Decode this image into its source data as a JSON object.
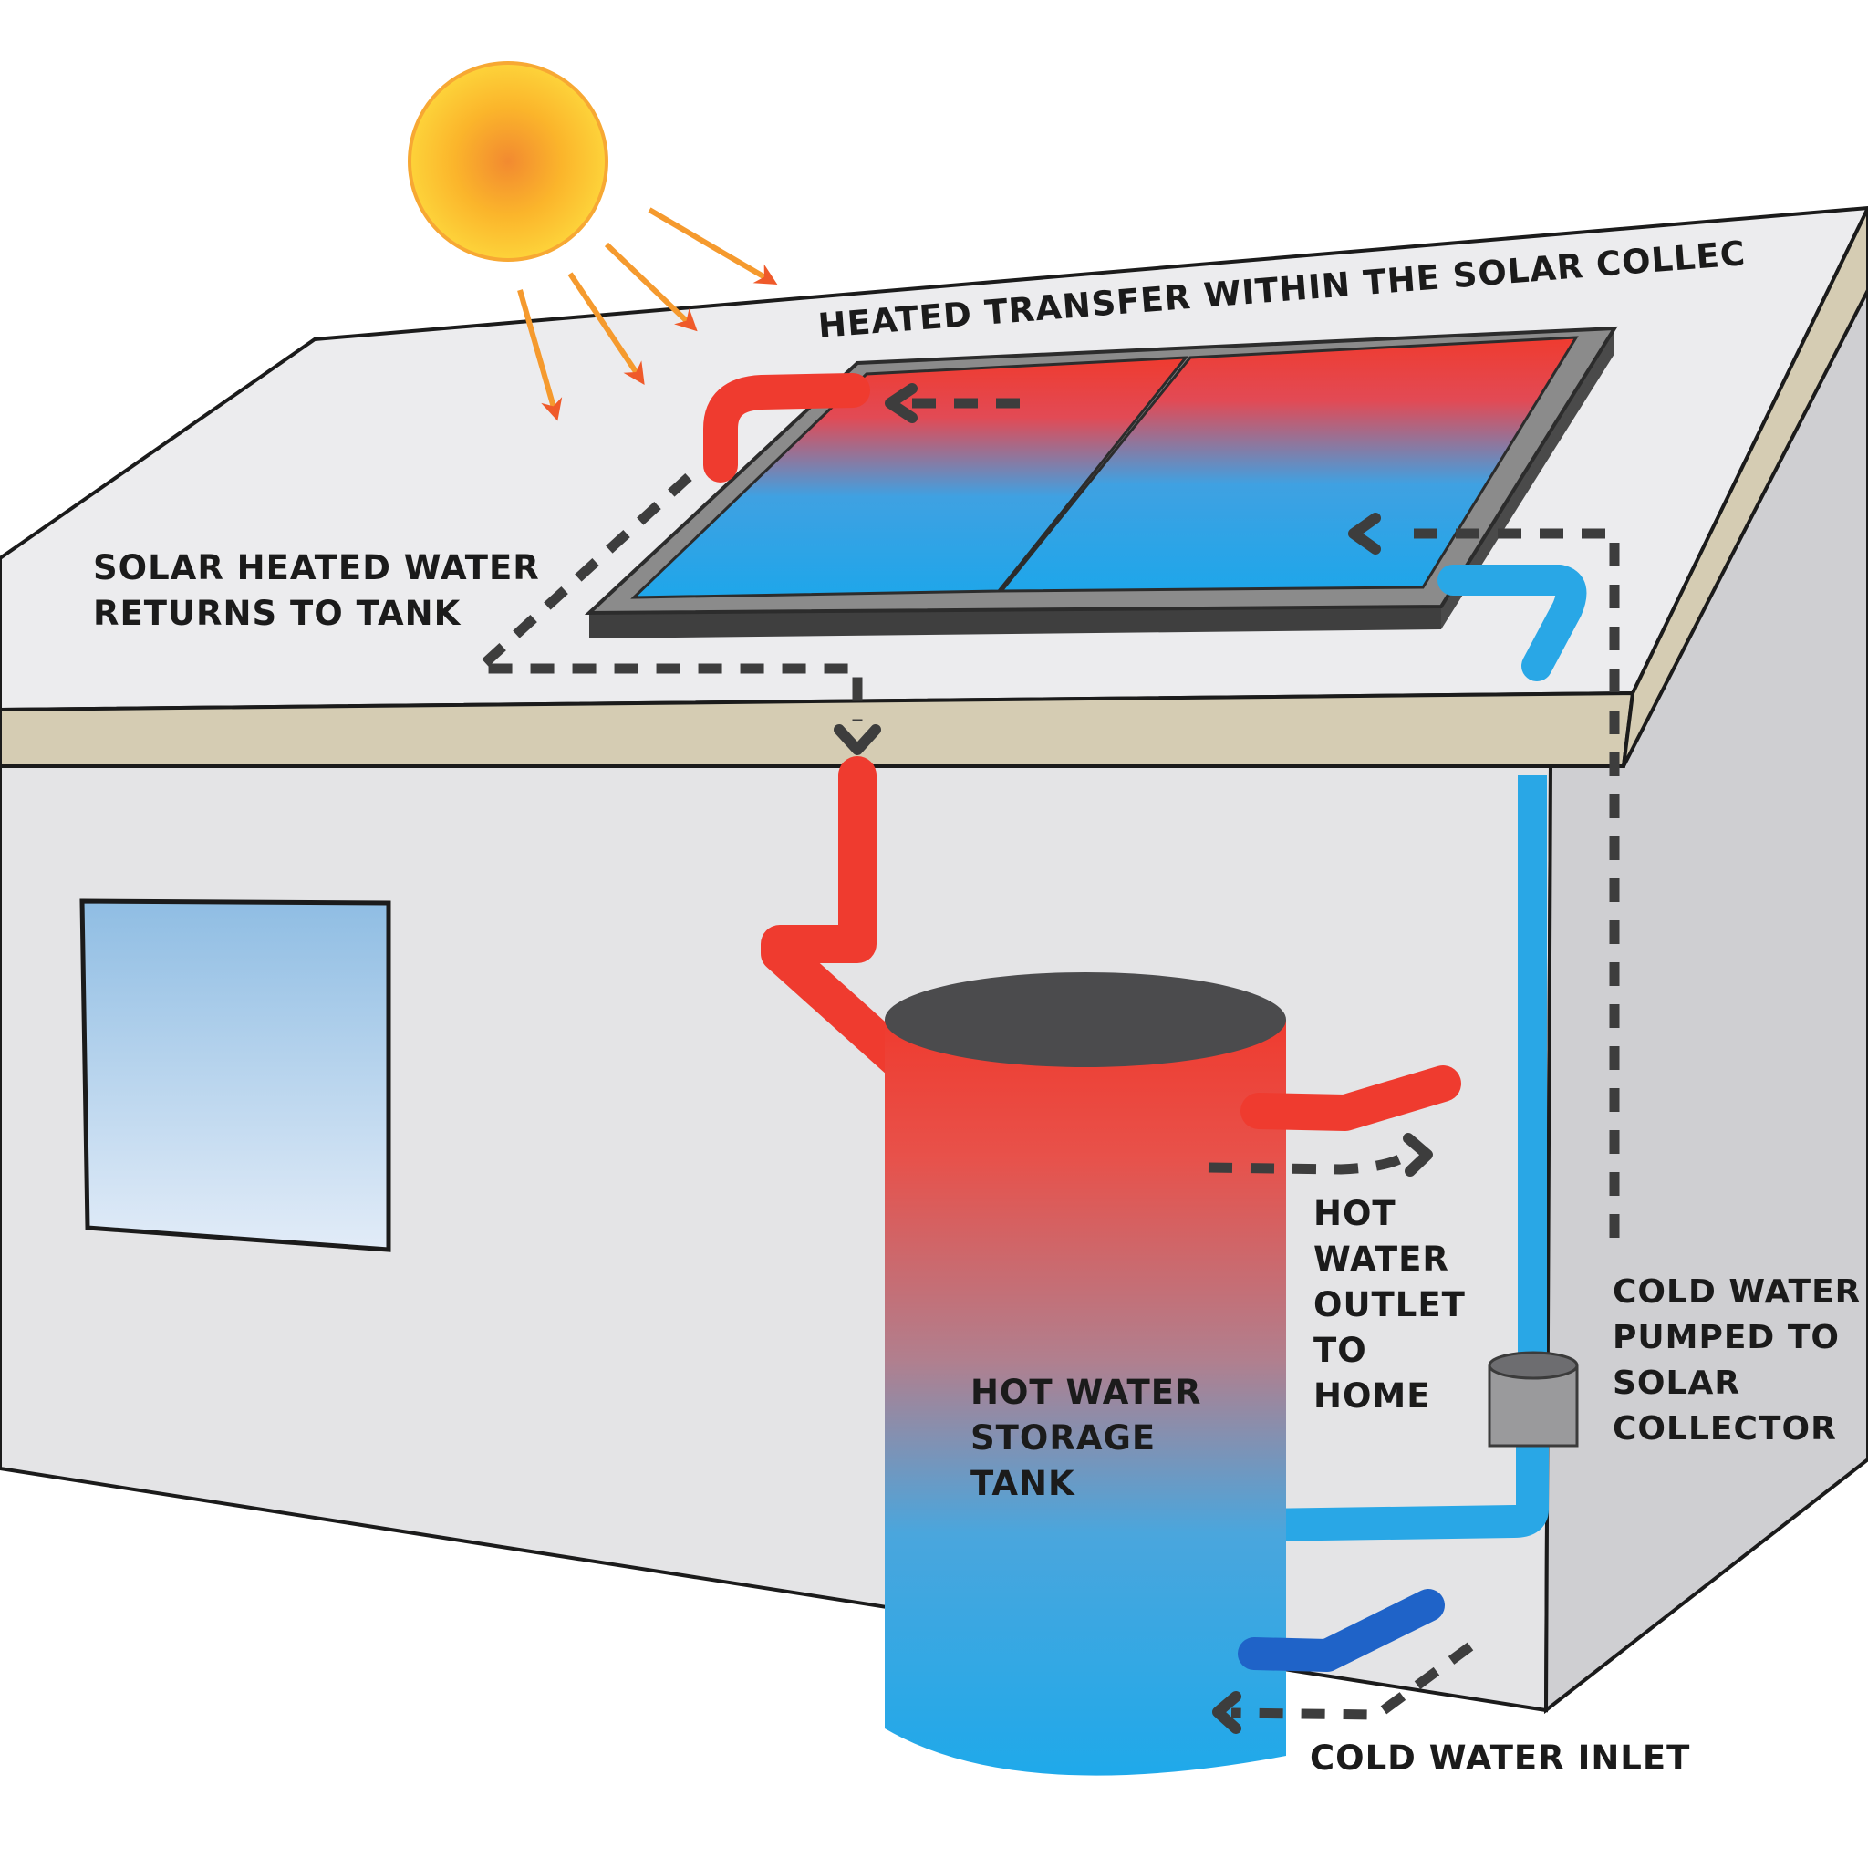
{
  "labels": {
    "heated_transfer": "HEATED TRANSFER WITHIN THE SOLAR COLLECTOR",
    "solar_returns": [
      "SOLAR HEATED WATER",
      "RETURNS TO TANK"
    ],
    "hot_outlet": [
      "HOT",
      "WATER",
      "OUTLET",
      "TO",
      "HOME"
    ],
    "cold_pumped": [
      "COLD WATER",
      "PUMPED TO",
      "SOLAR",
      "COLLECTOR"
    ],
    "storage_tank": [
      "HOT WATER",
      "STORAGE",
      "TANK"
    ],
    "cold_inlet": "COLD WATER INLET"
  },
  "colors": {
    "hot_pipe": "#ef3b2f",
    "cold_pipe": "#29a7e6",
    "inlet_pipe": "#1f63c8",
    "roof": "#ececee",
    "wall": "#e4e4e6",
    "side_wall": "#cfcfd2",
    "fascia": "#d5ccb3",
    "flow_arrow": "#3d3d3d",
    "sun": "#fbc02d"
  }
}
